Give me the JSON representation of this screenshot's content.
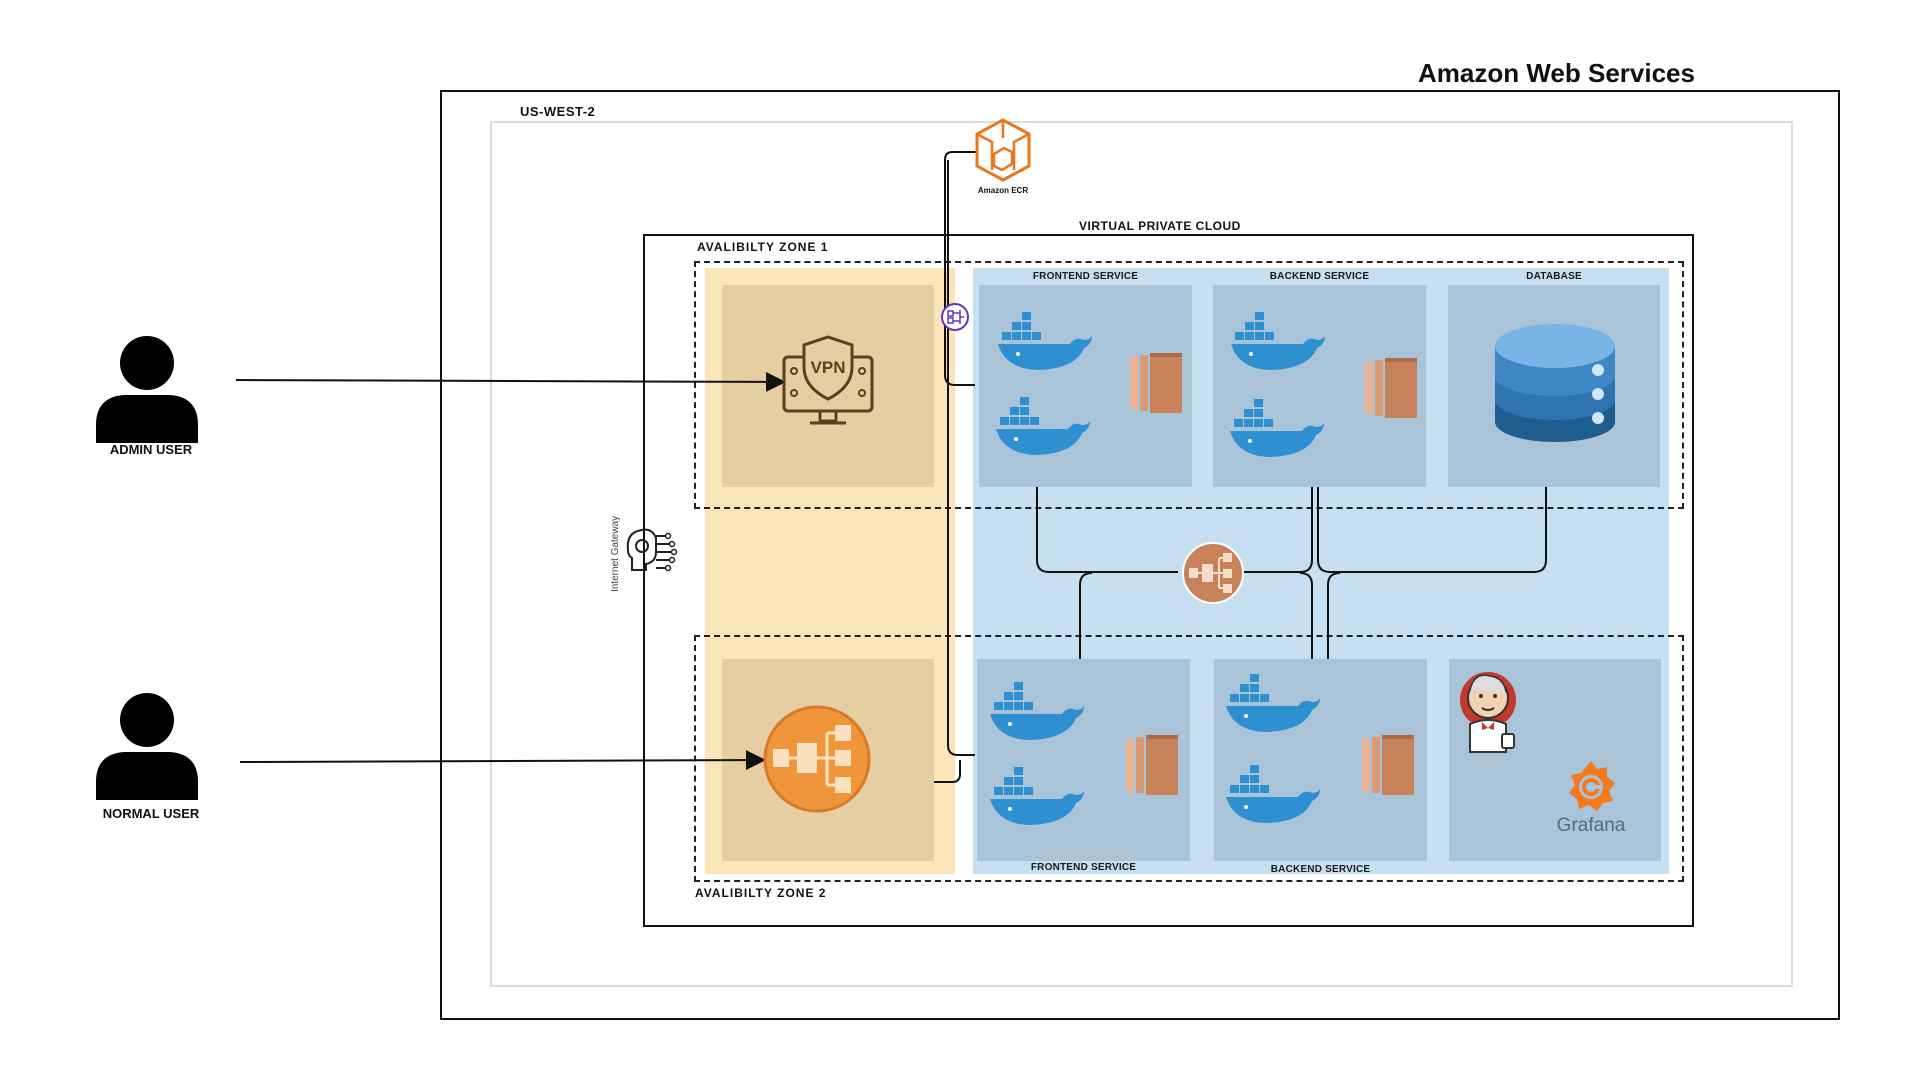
{
  "diagram": {
    "title": "Amazon Web Services",
    "region": "US-WEST-2",
    "vpc": "VIRTUAL PRIVATE CLOUD",
    "az1": "AVALIBILTY  ZONE 1",
    "az2": "AVALIBILTY  ZONE 2",
    "ecr_label": "Amazon ECR",
    "igw_label": "Internet Gateway",
    "users": {
      "admin": "ADMIN USER",
      "normal": "NORMAL USER"
    },
    "services": {
      "frontend_top": "FRONTEND SERVICE",
      "backend_top": "BACKEND SERVICE",
      "database": "DATABASE",
      "frontend_bottom": "FRONTEND SERVICE",
      "backend_bottom": "BACKEND SERVICE"
    },
    "vpn_text": "VPN",
    "grafana_text": "Grafana"
  },
  "colors": {
    "public_subnet": "#fbe5b8",
    "private_subnet": "#c6dff1",
    "tan_card": "#e5cfa2",
    "service_card": "#a9c4d9",
    "docker_blue": "#2e8fd1",
    "ec2_orange": "#c8825a",
    "elb_orange": "#f0953a",
    "ecr_orange": "#e8781f",
    "db_blue": "#3d87c4",
    "grafana_orange": "#f47a20"
  }
}
